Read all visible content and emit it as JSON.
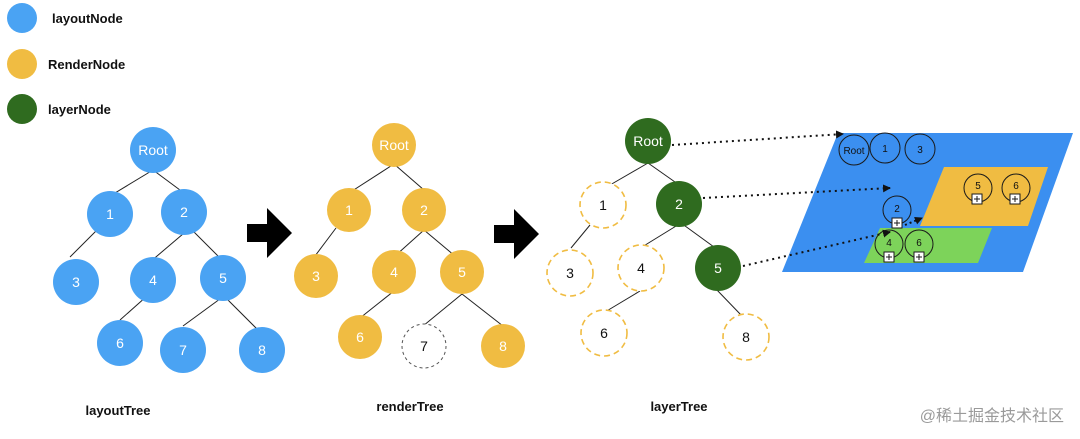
{
  "legend": [
    {
      "label": "layoutNode",
      "color": "#4aa3f3"
    },
    {
      "label": "RenderNode",
      "color": "#f0bc42"
    },
    {
      "label": "layerNode",
      "color": "#2f6b1f"
    }
  ],
  "trees": {
    "layout": {
      "caption": "layoutTree",
      "color": "#4aa3f3",
      "nodes": {
        "root": "Root",
        "n1": "1",
        "n2": "2",
        "n3": "3",
        "n4": "4",
        "n5": "5",
        "n6": "6",
        "n7": "7",
        "n8": "8"
      }
    },
    "render": {
      "caption": "renderTree",
      "color": "#f0bc42",
      "nodes": {
        "root": "Root",
        "n1": "1",
        "n2": "2",
        "n3": "3",
        "n4": "4",
        "n5": "5",
        "n6": "6",
        "n7": "7",
        "n8": "8"
      }
    },
    "layer": {
      "caption": "layerTree",
      "color": "#2f6b1f",
      "dashed_color": "#f0bc42",
      "nodes": {
        "root": "Root",
        "n1": "1",
        "n2": "2",
        "n3": "3",
        "n4": "4",
        "n5": "5",
        "n6": "6",
        "n8": "8"
      }
    }
  },
  "layers": {
    "colors": {
      "blue": "#3b8ff0",
      "orange": "#f0bc42",
      "green": "#7dd35a"
    },
    "blue": {
      "root": "Root",
      "n1": "1",
      "n3": "3"
    },
    "orange": {
      "n5": "5",
      "n6": "6"
    },
    "green": {
      "n2": "2",
      "n4": "4",
      "n6": "6"
    }
  },
  "watermark": "@稀土掘金技术社区"
}
